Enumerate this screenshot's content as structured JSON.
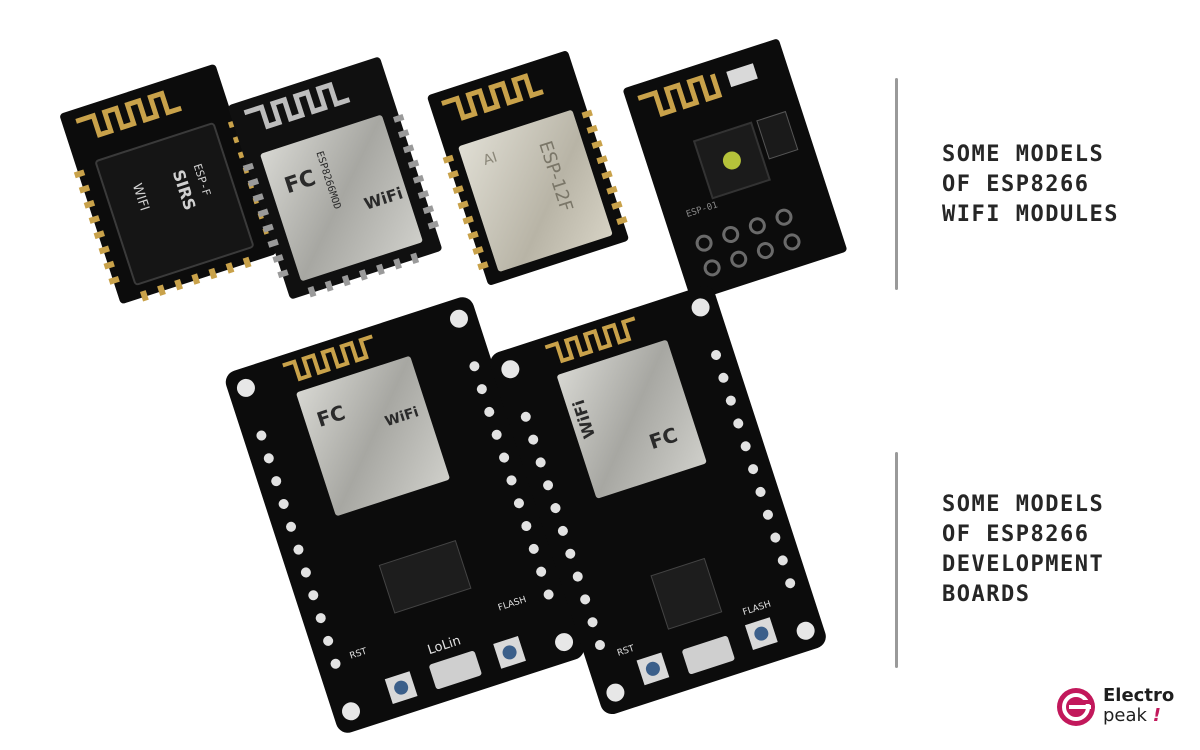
{
  "captions": {
    "modules": [
      "SOME MODELS",
      "OF ESP8266",
      "WIFI MODULES"
    ],
    "boards": [
      "SOME MODELS",
      "OF ESP8266",
      "DEVELOPMENT",
      "BOARDS"
    ]
  },
  "modules": [
    {
      "marks": [
        "ESP-F",
        "SIRS",
        "WIFI"
      ]
    },
    {
      "marks": [
        "ESP8266MOD",
        "FC",
        "WiFi"
      ]
    },
    {
      "marks": [
        "ESP-12F",
        "AI"
      ]
    },
    {
      "marks": [
        "ESP-01"
      ]
    }
  ],
  "boards": [
    {
      "marks": [
        "LoLin",
        "WiFi",
        "FC",
        "RST",
        "FLASH"
      ]
    },
    {
      "marks": [
        "WiFi",
        "FC",
        "RST",
        "FLASH"
      ]
    }
  ],
  "logo": {
    "line1": "Electro",
    "line2": "peak",
    "bang": "!"
  },
  "colors": {
    "pcb": "#0c0c0c",
    "gold": "#c9a24a",
    "shield": "#b9b9b3",
    "logo": "#c2185b",
    "divider": "#9a9a9a"
  }
}
